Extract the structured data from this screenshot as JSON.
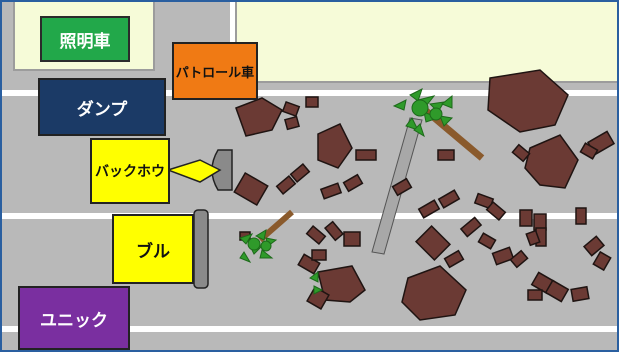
{
  "title": "",
  "colors": {
    "road": "#b9b9b9",
    "lane_line": "#ffffff",
    "sidewalk": "#f6fbd8",
    "frame": "#2a5fa0",
    "debris": "#6b3a34",
    "debris_edge": "#1f1412",
    "foliage": "#2f9a2a",
    "trunk": "#8a5a2c",
    "pole": "#a8a8a8"
  },
  "vehicles": [
    {
      "key": "lighting",
      "label": "照明車",
      "color": "#22a84a",
      "text_color": "#ffffff"
    },
    {
      "key": "patrol",
      "label": "パトロール車",
      "color": "#f07a14",
      "text_color": "#111111"
    },
    {
      "key": "dump",
      "label": "ダンプ",
      "color": "#1b3a66",
      "text_color": "#ffffff"
    },
    {
      "key": "backhoe",
      "label": "バックホウ",
      "color": "#ffff00",
      "text_color": "#111111"
    },
    {
      "key": "bulldozer",
      "label": "ブル",
      "color": "#ffff00",
      "text_color": "#111111"
    },
    {
      "key": "unic",
      "label": "ユニック",
      "color": "#7a2fa0",
      "text_color": "#ffffff"
    }
  ]
}
